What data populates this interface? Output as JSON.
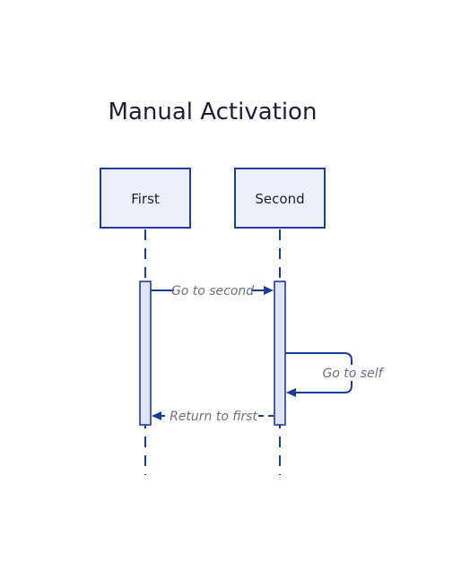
{
  "title": "Manual Activation",
  "participants": [
    {
      "id": "first",
      "label": "First"
    },
    {
      "id": "second",
      "label": "Second"
    }
  ],
  "messages": [
    {
      "from": "first",
      "to": "second",
      "label": "Go to second",
      "style": "solid"
    },
    {
      "from": "second",
      "to": "second",
      "label": "Go to self",
      "style": "solid"
    },
    {
      "from": "second",
      "to": "first",
      "label": "Return to first",
      "style": "dashed"
    }
  ],
  "colors": {
    "stroke": "#1d3c9a",
    "actor_fill": "#edf0fb",
    "activation_fill": "#dfe4f6",
    "label_text": "#6b6f80",
    "title_text": "#1b1f33"
  }
}
